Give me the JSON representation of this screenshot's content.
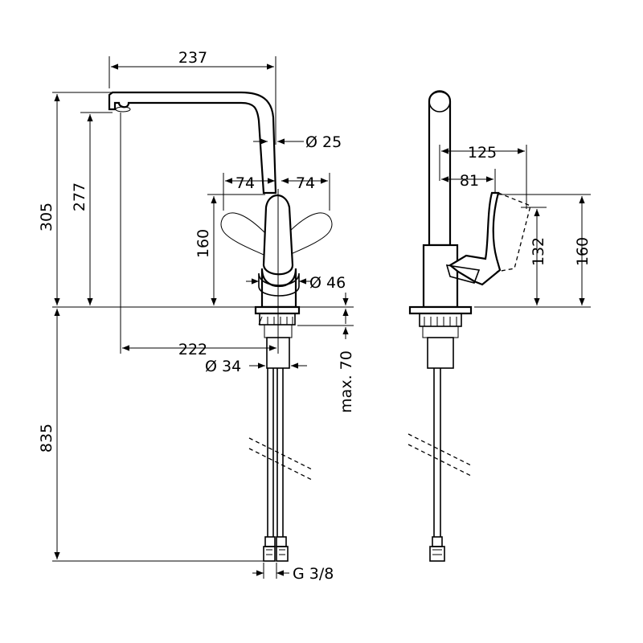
{
  "dimensions": {
    "spout_reach": "237",
    "spout_diameter": "Ø 25",
    "lever_swing_left": "74",
    "lever_swing_right": "74",
    "total_height": "305",
    "outlet_height": "277",
    "lever_height_front": "160",
    "base_diameter": "Ø 46",
    "outlet_to_center": "222",
    "shank_diameter": "Ø 34",
    "max_counter_thickness": "max. 70",
    "hose_length": "835",
    "connection_thread": "G 3/8",
    "lever_reach_outer": "125",
    "lever_reach_inner": "81",
    "lever_height_low": "132",
    "lever_height_side": "160"
  }
}
